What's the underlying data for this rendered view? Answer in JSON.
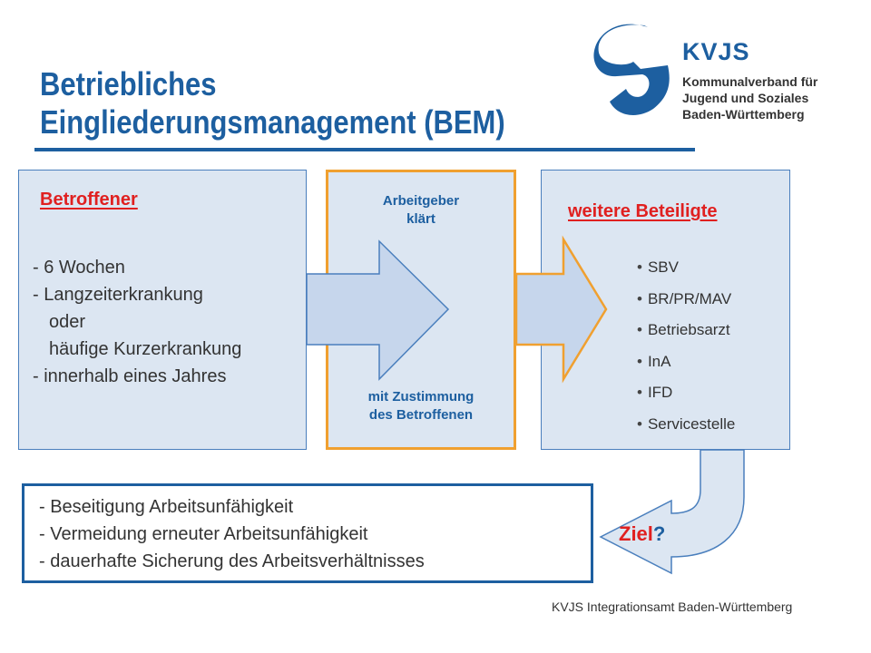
{
  "title": {
    "line1": "Betriebliches",
    "line2": "Eingliederungsmanagement (BEM)"
  },
  "logo": {
    "brand": "KVJS",
    "lines": [
      "Kommunalverband für",
      "Jugend und Soziales",
      "Baden-Württemberg"
    ],
    "icon": "kvjs-logo-icon",
    "color": "#1d5fa0"
  },
  "left_panel": {
    "heading": "Betroffener",
    "items": [
      "- 6 Wochen",
      "- Langzeiterkrankung",
      "oder",
      "häufige Kurzerkrankung",
      "- innerhalb eines Jahres"
    ]
  },
  "middle_panel": {
    "top_line1": "Arbeitgeber",
    "top_line2": "klärt",
    "bottom_line1": "mit Zustimmung",
    "bottom_line2": "des Betroffenen"
  },
  "right_panel": {
    "heading": "weitere Beteiligte",
    "items": [
      "SBV",
      "BR/PR/MAV",
      "Betriebsarzt",
      "InA",
      "IFD",
      "Servicestelle"
    ]
  },
  "goal": {
    "label": "Ziel",
    "question_mark": "?",
    "items": [
      "- Beseitigung Arbeitsunfähigkeit",
      "- Vermeidung erneuter Arbeitsunfähigkeit",
      "- dauerhafte Sicherung des Arbeitsverhältnisses"
    ]
  },
  "footer": "KVJS Integrationsamt Baden-Württemberg",
  "colors": {
    "accent_blue": "#1d5fa0",
    "highlight_red": "#e02020",
    "frame_orange": "#f0a030",
    "panel_fill": "#dce6f2"
  }
}
